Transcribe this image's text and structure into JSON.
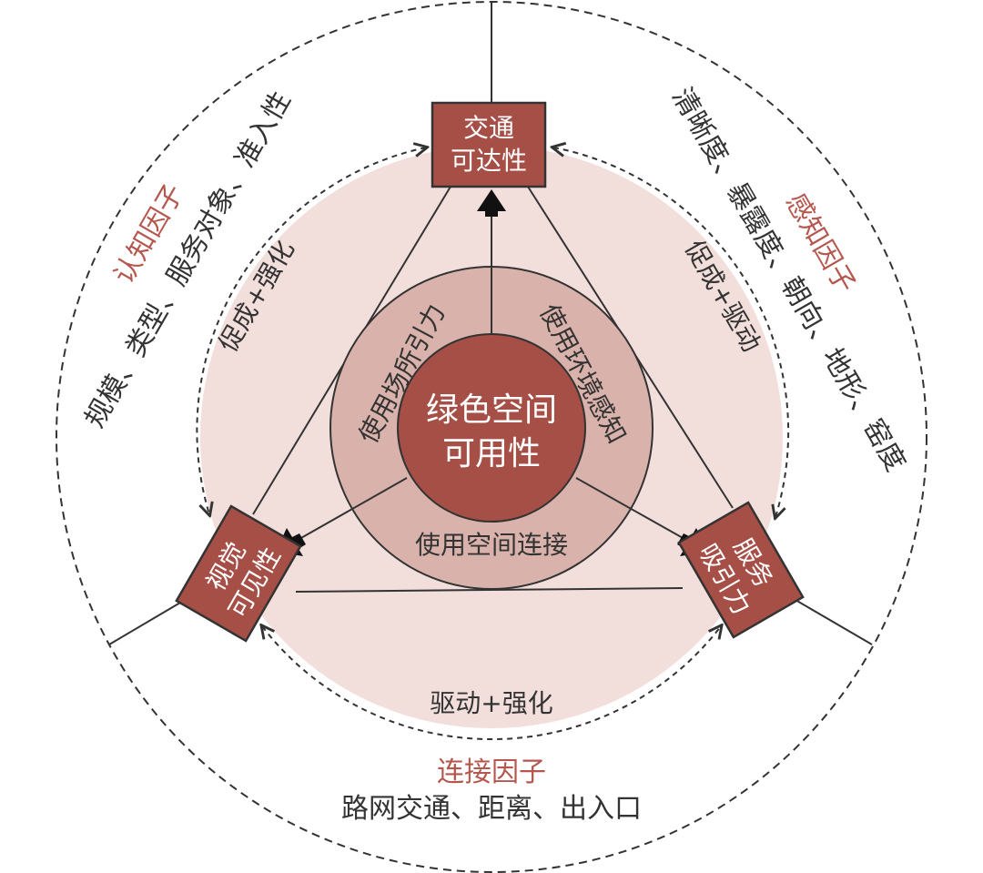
{
  "center": {
    "line1": "绿色空间",
    "line2": "可用性"
  },
  "ring": {
    "left": "使用场所引力",
    "right": "使用环境感知",
    "bottom": "使用空间连接"
  },
  "boxes": {
    "top": {
      "line1": "交通",
      "line2": "可达性"
    },
    "left": {
      "line1": "视觉",
      "line2": "可见性"
    },
    "right": {
      "line1": "服务",
      "line2": "吸引力"
    }
  },
  "relations": {
    "left": "促成+强化",
    "right": "促成+驱动",
    "bottom": "驱动+强化"
  },
  "factors": {
    "cognitive": {
      "title": "认知因子",
      "items": "规模、类型、服务对象、准入性"
    },
    "perception": {
      "title": "感知因子",
      "items": "清晰度、暴露度、朝向、地形、窑度"
    },
    "connection": {
      "title": "连接因子",
      "items": "路网交通、距离、出入口"
    }
  },
  "colors": {
    "box_fill": "#a64f47",
    "center_fill": "#a64f47",
    "ring_fill": "#d9b2ab",
    "outer_fill": "#f2dedb",
    "factor_title": "#b5574e",
    "text": "#333333"
  }
}
